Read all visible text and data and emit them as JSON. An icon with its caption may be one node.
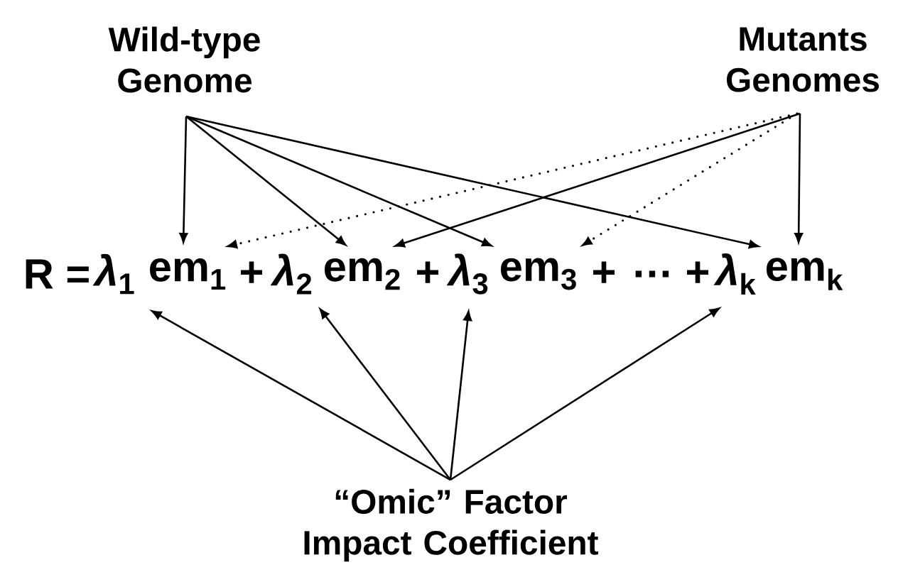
{
  "diagram": {
    "nodes": [
      {
        "text": [
          "Wild-type Genome"
        ]
      },
      {
        "text": [
          "Mutants Genomes"
        ]
      },
      {
        "text": [
          "*λ*$_{1}$"
        ]
      },
      {
        "text": [
          "em$_{1}$"
        ]
      },
      {
        "text": [
          "*λ*$_{2}$"
        ]
      },
      {
        "text": [
          "em$_{2}$"
        ]
      },
      {
        "text": [
          "*λ*$_{3}$"
        ]
      },
      {
        "text": [
          "em$_{3}$"
        ]
      },
      {
        "text": [
          "*λ*$_{k}$"
        ]
      },
      {
        "text": [
          "em$_{k}$"
        ]
      },
      {
        "text": [
          "“Omic” Factor Impact Coefficient"
        ]
      }
    ],
    "edges": [
      {
        "from": 0,
        "to": 3,
        "arrow": "to"
      },
      {
        "from": 0,
        "to": 5,
        "arrow": "to"
      },
      {
        "from": 0,
        "to": 7,
        "arrow": "to"
      },
      {
        "from": 0,
        "to": 9,
        "arrow": "to"
      },
      {
        "from": 1,
        "to": 3,
        "arrow": "to",
        "style": "dashed"
      },
      {
        "from": 1,
        "to": 5,
        "arrow": "to"
      },
      {
        "from": 1,
        "to": 7,
        "arrow": "to",
        "style": "dashed"
      },
      {
        "from": 1,
        "to": 9,
        "arrow": "to"
      },
      {
        "from": 10,
        "to": 2,
        "arrow": "to"
      },
      {
        "from": 10,
        "to": 4,
        "arrow": "to"
      },
      {
        "from": 10,
        "to": 6,
        "arrow": "to"
      },
      {
        "from": 10,
        "to": 8,
        "arrow": "to"
      }
    ],
    "labels": [
      "R =",
      "+",
      "+",
      "+",
      "…",
      "+"
    ]
  }
}
